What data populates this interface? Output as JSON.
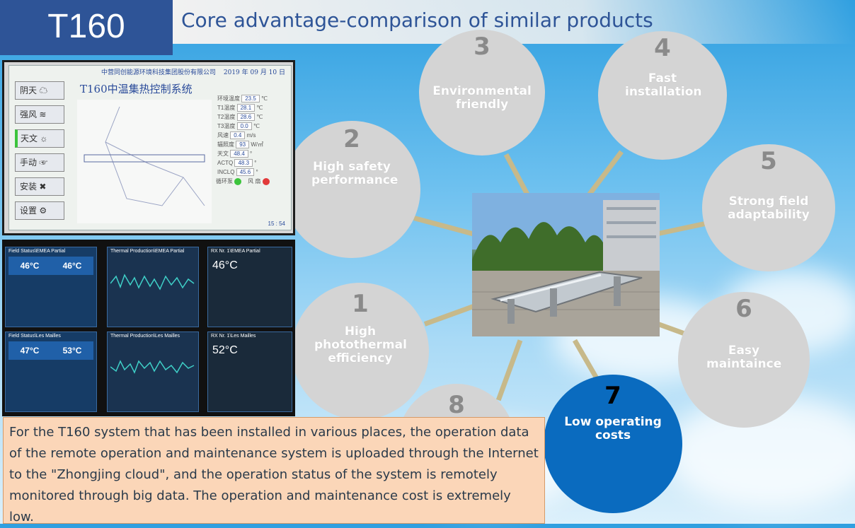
{
  "header": {
    "product": "T160",
    "subtitle": "Core advantage-comparison of similar products"
  },
  "controller_screen": {
    "company": "中营同创能源环境科技集团股份有限公司",
    "date": "2019 年 09 月 10 日",
    "system_title": "T160中温集热控制系统",
    "modes": [
      "阴天",
      "强风",
      "天文",
      "手动",
      "安装",
      "设置"
    ],
    "readings": [
      {
        "label": "环境温度",
        "value": "23.5",
        "unit": "℃"
      },
      {
        "label": "T1温度",
        "value": "28.1",
        "unit": "℃"
      },
      {
        "label": "T2温度",
        "value": "28.6",
        "unit": "℃"
      },
      {
        "label": "T3温度",
        "value": "0.0",
        "unit": "℃"
      },
      {
        "label": "风速",
        "value": "0.4",
        "unit": "m/s"
      },
      {
        "label": "辐照度",
        "value": "93",
        "unit": "W/㎡"
      },
      {
        "label": "天文",
        "value": "48.4",
        "unit": "°"
      },
      {
        "label": "ACTQ",
        "value": "48.3",
        "unit": "°"
      },
      {
        "label": "INCLQ",
        "value": "45.6",
        "unit": "°"
      }
    ],
    "status": [
      {
        "label": "循环泵",
        "color": "#3cc43c"
      },
      {
        "label": "风 扇",
        "color": "#e23a3a"
      }
    ],
    "page": "15 : 54"
  },
  "dashboard": {
    "rows": [
      {
        "field_title": "Field Status\\EMEA Partial",
        "temps": [
          "46°C",
          "46°C"
        ],
        "thermal_title": "Thermal Production\\EMEA Partial",
        "rx_title": "RX Nr. 1\\EMEA Partial",
        "rx_temp": "46°C"
      },
      {
        "field_title": "Field Status\\Les Mailles",
        "temps": [
          "47°C",
          "53°C"
        ],
        "thermal_title": "Thermal Production\\Les Mailles",
        "rx_title": "RX Nr. 1\\Les Mailles",
        "rx_temp": "52°C"
      }
    ]
  },
  "advantages": [
    {
      "number": "1",
      "label": "High photothermal efficiency",
      "active": false
    },
    {
      "number": "2",
      "label": "High safety performance",
      "active": false
    },
    {
      "number": "3",
      "label": "Environmental friendly",
      "active": false
    },
    {
      "number": "4",
      "label": "Fast installation",
      "active": false
    },
    {
      "number": "5",
      "label": "Strong field adaptability",
      "active": false
    },
    {
      "number": "6",
      "label": "Easy maintaince",
      "active": false
    },
    {
      "number": "7",
      "label": "Low operating costs",
      "active": true
    },
    {
      "number": "8",
      "label": "",
      "active": false
    }
  ],
  "description": "For the T160 system that has been installed in various places, the operation data of the remote operation and maintenance system is uploaded through the Internet to the \"Zhongjing cloud\", and the operation status of the system is remotely monitored through big data. The operation and maintenance cost is extremely low.",
  "colors": {
    "title_bg": "#2e5497",
    "active_circle": "#0a6bbf",
    "inactive_circle": "#d4d4d4",
    "description_bg": "#fbd6b8"
  }
}
